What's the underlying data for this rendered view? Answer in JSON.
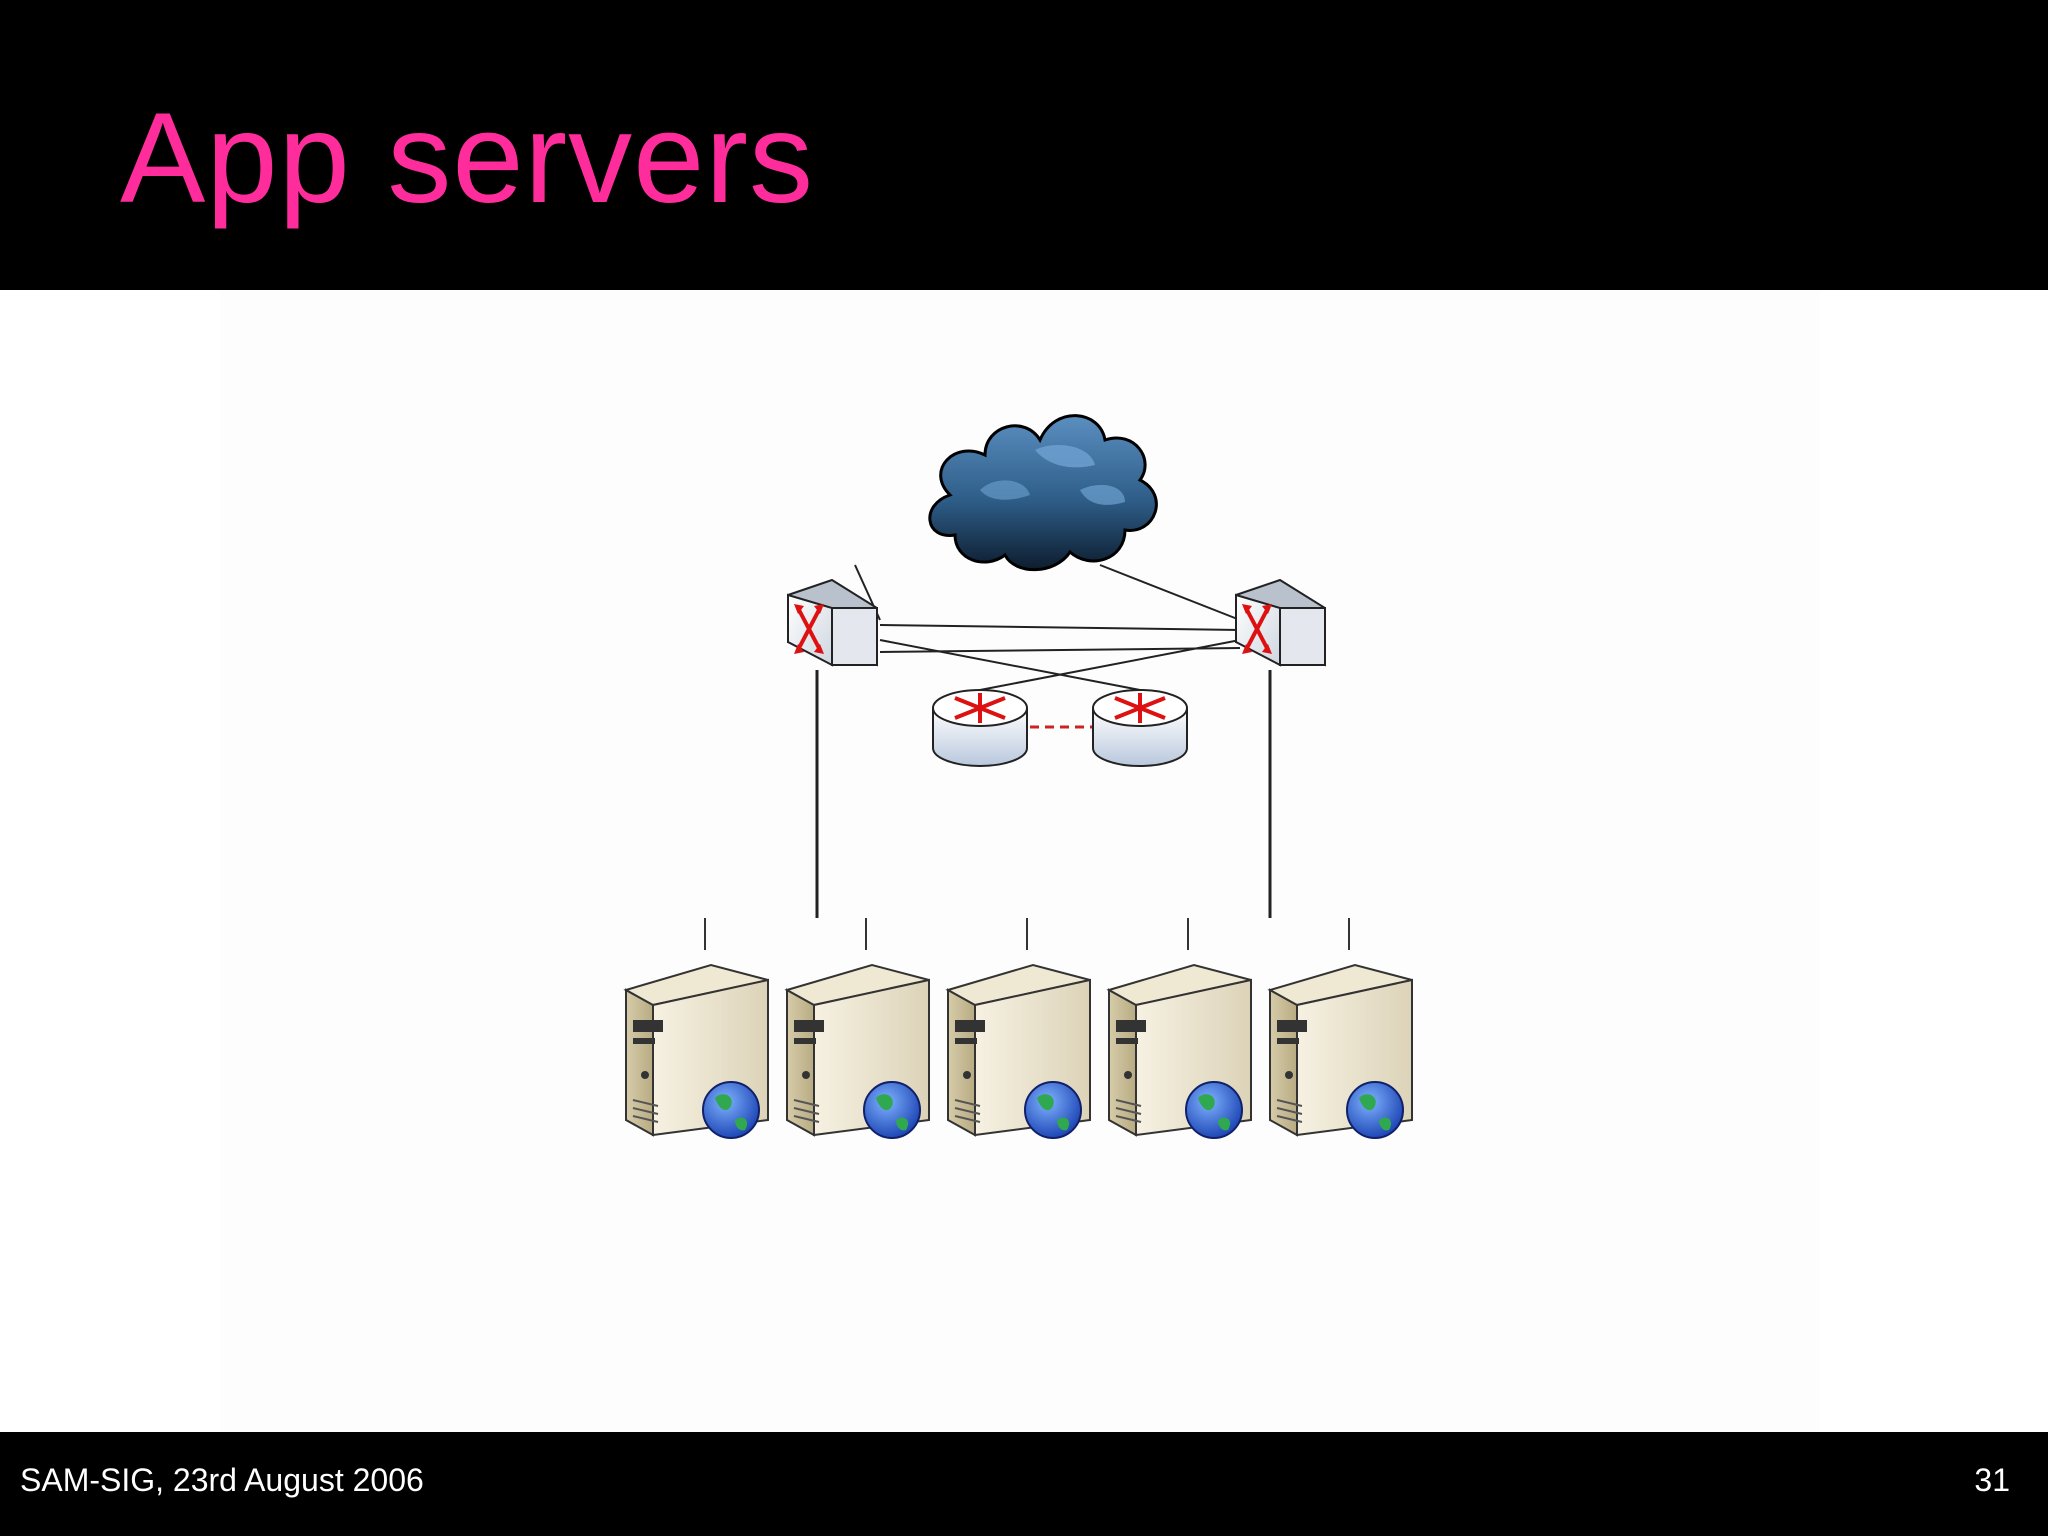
{
  "slide": {
    "title": "App servers",
    "footer_text": "SAM-SIG, 23rd August 2006",
    "page_number": "31"
  },
  "diagram": {
    "nodes": [
      {
        "id": "internet",
        "icon": "cloud-icon"
      },
      {
        "id": "switch-left",
        "icon": "switch-icon"
      },
      {
        "id": "switch-right",
        "icon": "switch-icon"
      },
      {
        "id": "router-left",
        "icon": "router-icon"
      },
      {
        "id": "router-right",
        "icon": "router-icon"
      },
      {
        "id": "server-1",
        "icon": "web-server-icon"
      },
      {
        "id": "server-2",
        "icon": "web-server-icon"
      },
      {
        "id": "server-3",
        "icon": "web-server-icon"
      },
      {
        "id": "server-4",
        "icon": "web-server-icon"
      },
      {
        "id": "server-5",
        "icon": "web-server-icon"
      }
    ],
    "links": [
      {
        "from": "internet",
        "to": "switch-left"
      },
      {
        "from": "internet",
        "to": "switch-right"
      },
      {
        "from": "switch-left",
        "to": "router-right"
      },
      {
        "from": "switch-left",
        "to": "switch-right"
      },
      {
        "from": "switch-right",
        "to": "router-left"
      },
      {
        "from": "router-left",
        "to": "router-right",
        "style": "dashed"
      },
      {
        "from": "switch-left",
        "to": "servers"
      },
      {
        "from": "switch-right",
        "to": "servers"
      }
    ]
  },
  "colors": {
    "title": "#ff2d9b",
    "header_bg": "#000000",
    "footer_text": "#ffffff",
    "link_dashed": "#cc2222"
  }
}
